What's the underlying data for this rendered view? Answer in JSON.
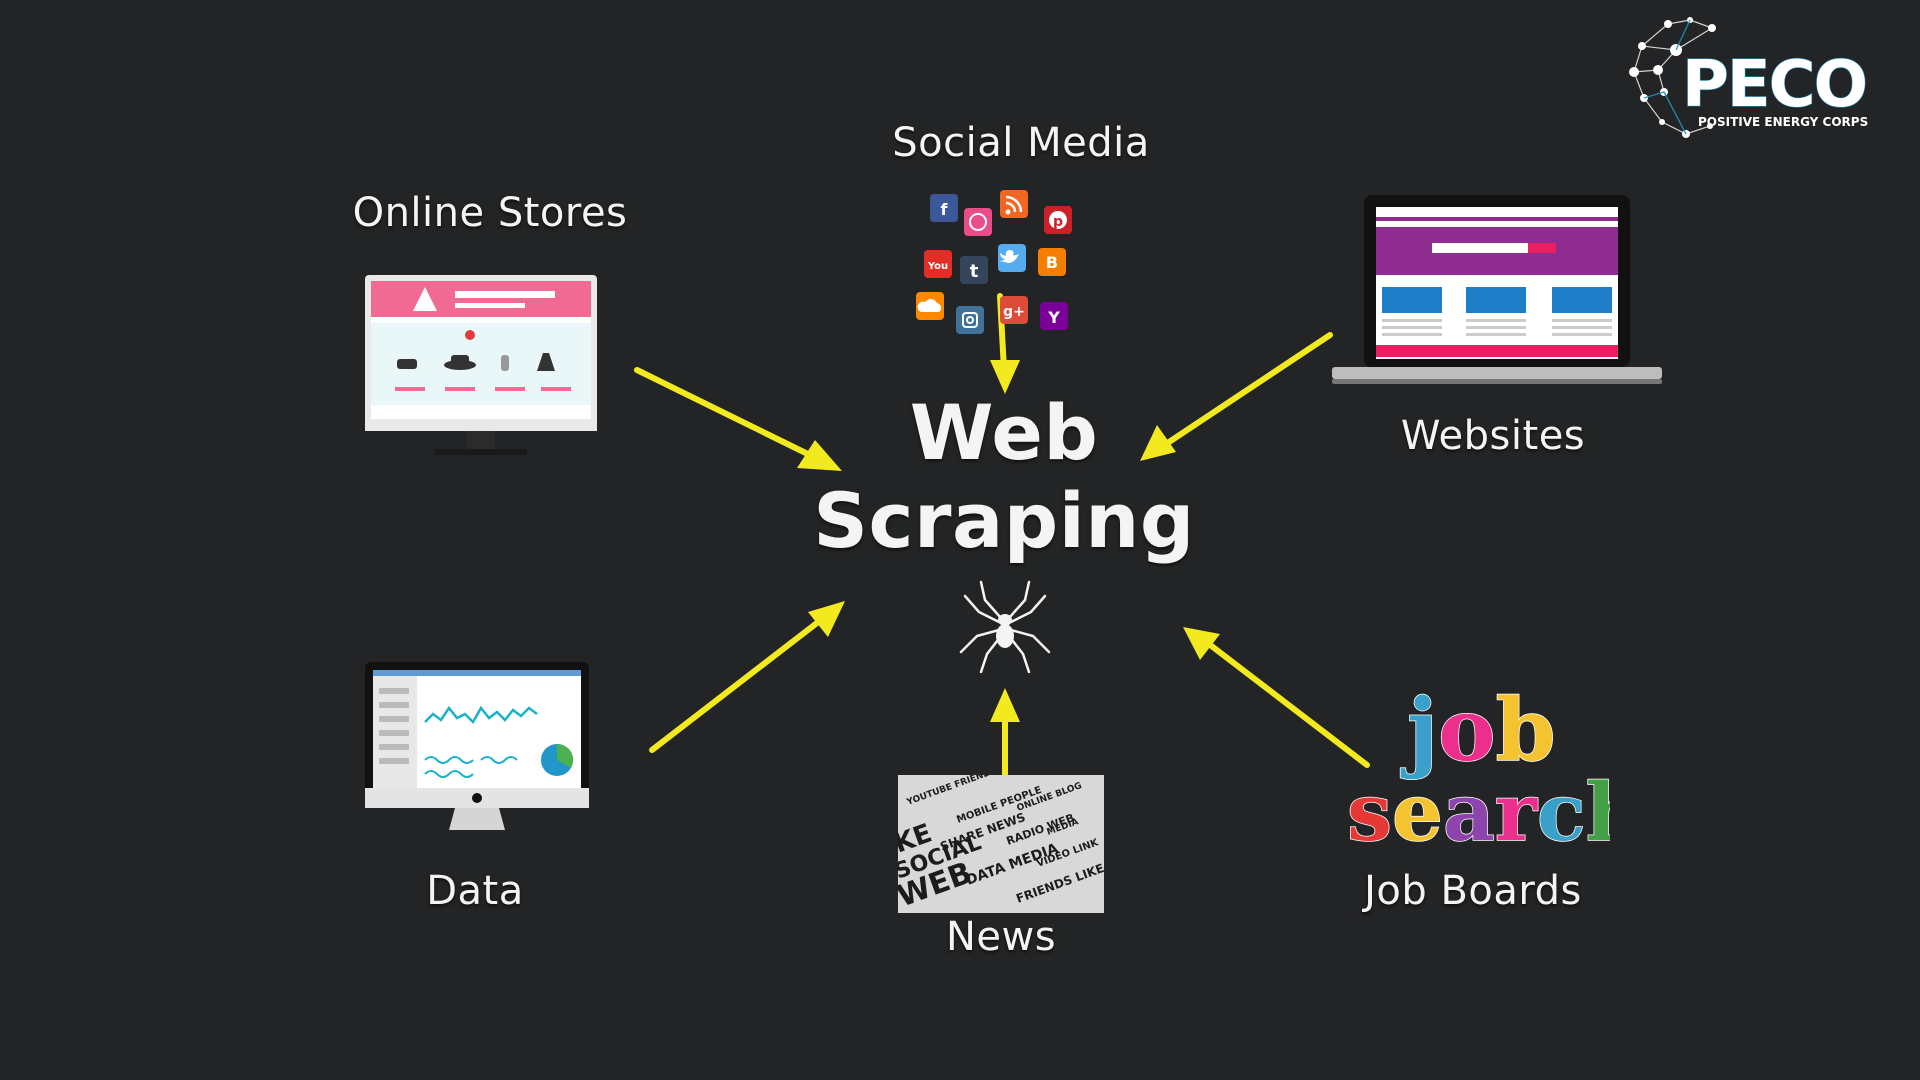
{
  "center": {
    "line1": "Web",
    "line2": "Scraping"
  },
  "sources": {
    "social_media": "Social Media",
    "online_stores": "Online Stores",
    "websites": "Websites",
    "data": "Data",
    "news": "News",
    "job_boards": "Job Boards"
  },
  "job_art": {
    "word1": "job",
    "word2": "search"
  },
  "logo": {
    "name": "PECO",
    "tagline": "POSITIVE ENERGY CORPS"
  },
  "colors": {
    "background": "#232425",
    "arrow": "#f2ea1e",
    "text": "#f4f4f4"
  },
  "icons": [
    "facebook-icon",
    "dribbble-icon",
    "rss-icon",
    "pinterest-icon",
    "youtube-icon",
    "tumblr-icon",
    "twitter-icon",
    "blogger-icon",
    "soundcloud-icon",
    "instagram-icon",
    "google-plus-icon",
    "yahoo-icon",
    "spider-icon"
  ]
}
